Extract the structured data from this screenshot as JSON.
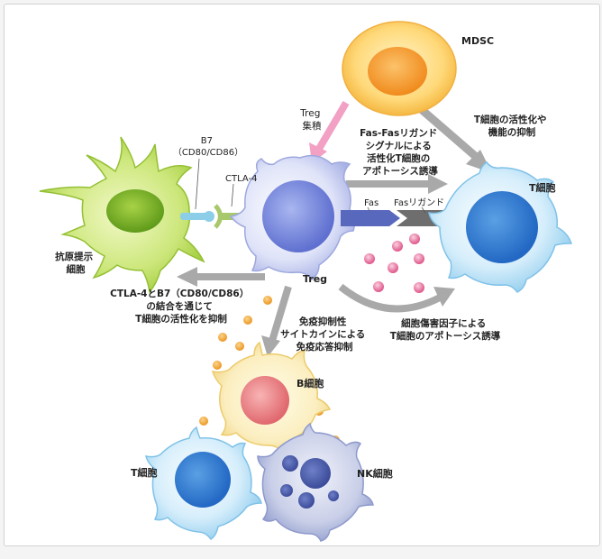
{
  "colors": {
    "arrow_gray": "#a9a9a9",
    "arrow_pink": "#f2a0c4",
    "treg": "#7f8fdc",
    "t_cell": "#8fcdef",
    "b_cell_nucleus": "#ec8c90",
    "mdsc": "#f9b24a",
    "apc": "#a8cf4a",
    "fas": "#5868bc",
    "fas_ligand": "#6e6e6e",
    "b7": "#8ccde8",
    "ctla4": "#a8c86c",
    "cytotoxic_granules": "#e8709c",
    "cytokines": "#f0a83c"
  },
  "labels": {
    "mdsc": "MDSC",
    "treg_recruit": [
      "Treg",
      "集積"
    ],
    "fas_signal": [
      "Fas-Fasリガンド",
      "シグナルによる",
      "活性化T細胞の",
      "アポトーシス誘導"
    ],
    "t_cell_suppress": [
      "T細胞の活性化や",
      "機能の抑制"
    ],
    "t_cell_right": "T細胞",
    "b7": [
      "B7",
      "（CD80/CD86）"
    ],
    "ctla4": "CTLA-4",
    "fas": "Fas",
    "fas_ligand": "Fasリガンド",
    "apc": [
      "抗原提示",
      "細胞"
    ],
    "treg": "Treg",
    "ctla4_b7": [
      "CTLA-4とB7（CD80/CD86）",
      "の結合を通じて",
      "T細胞の活性化を抑制"
    ],
    "cytokine": [
      "免疫抑制性",
      "サイトカインによる",
      "免疫応答抑制"
    ],
    "cytotoxic": [
      "細胞傷害因子による",
      "T細胞のアポトーシス誘導"
    ],
    "b_cell": "B細胞",
    "t_cell_bottom": "T細胞",
    "nk_cell": "NK細胞"
  },
  "icons": {
    "mdsc": "mdsc-cell-icon",
    "treg": "treg-cell-icon",
    "apc": "antigen-presenting-cell-icon",
    "t_cell": "t-cell-icon",
    "b_cell": "b-cell-icon",
    "nk_cell": "nk-cell-icon"
  }
}
